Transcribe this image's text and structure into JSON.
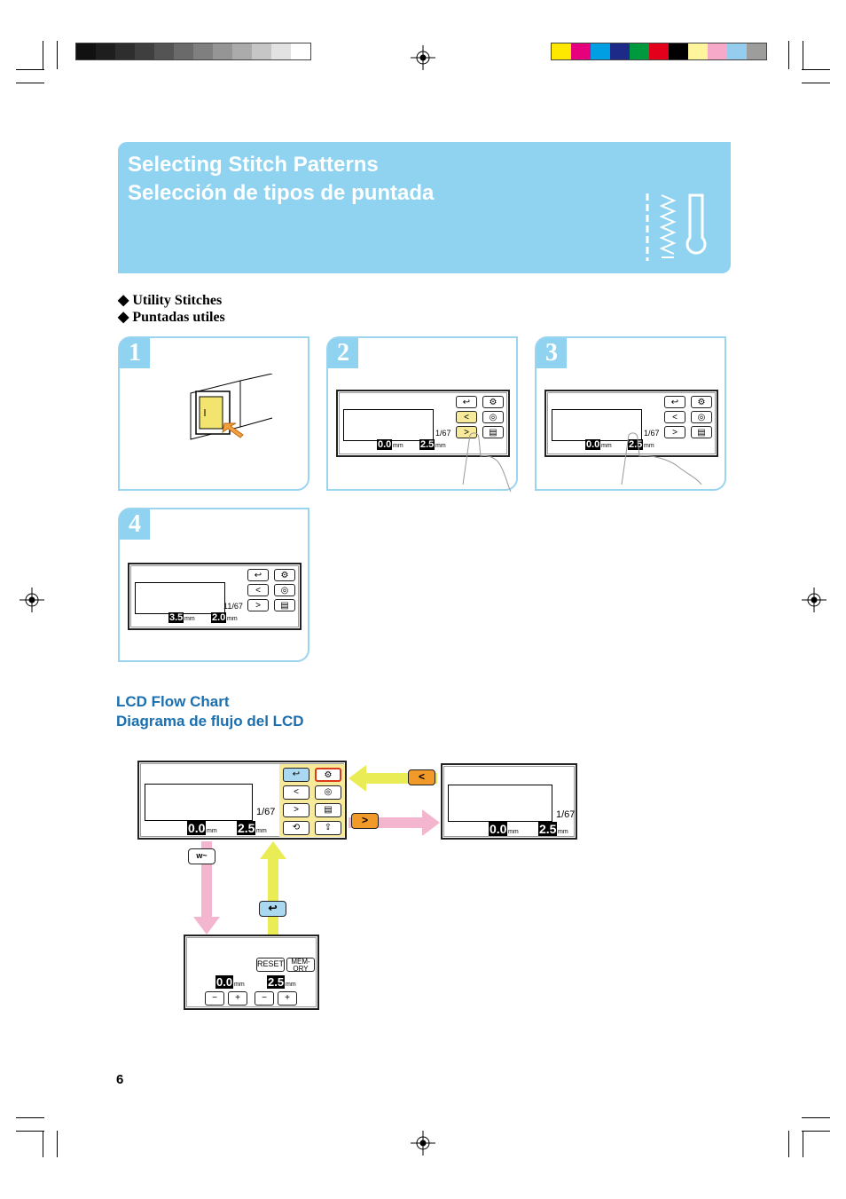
{
  "header": {
    "title_en": "Selecting Stitch Patterns",
    "title_es": "Selección de tipos de puntada"
  },
  "section": {
    "item1": "Utility Stitches",
    "item2": "Puntadas utiles",
    "bullet": "◆"
  },
  "steps": [
    {
      "number": "1"
    },
    {
      "number": "2"
    },
    {
      "number": "3"
    },
    {
      "number": "4"
    }
  ],
  "lcd": {
    "page_a": "1/67",
    "page_b": "11/67",
    "width_a": "0.0",
    "length_a": "2.5",
    "width_b": "3.5",
    "length_b": "2.0",
    "unit": "mm",
    "reset": "RESET",
    "memory": "MEM-\nORY"
  },
  "flow": {
    "title_en": "LCD Flow Chart",
    "title_es": "Diagrama de flujo del LCD"
  },
  "page_number": "6",
  "colors": {
    "band": "#8fd3f1",
    "flow_title": "#1a6fb0",
    "arrow_yellow": "#e9ec55",
    "arrow_pink": "#f4b6cf",
    "key_orange": "#f19a2a"
  }
}
